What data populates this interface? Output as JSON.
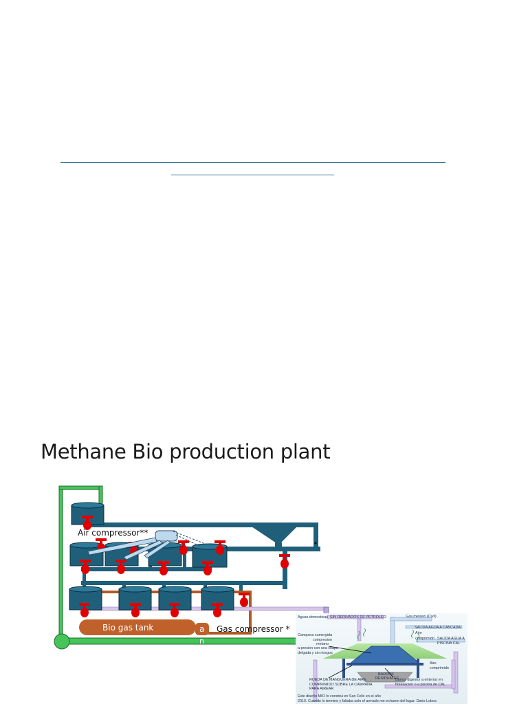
{
  "title": "Methane Bio production plant",
  "labels": {
    "air_compressor": "Air compressor**",
    "bio_gas_tank": "Bio gas tank",
    "gas_compressor": "Gas compressor *",
    "valve_a": "a",
    "valve_n": "n"
  },
  "inset": {
    "aguas": "Aguas domesticas",
    "sin_derivados": "SIN DERIVADOS DE PETROLEO",
    "gas_metano": "Gas metano (Civil)",
    "salida_cascada": "SALIDA AGUA A CASCADA",
    "aire_comprimido_1": "Aire",
    "aire_comprimido_1b": "comprimido",
    "salida_piscina": "SALIDA AGUA A",
    "salida_piscina_b": "PISCINA CAL",
    "campana_1": "Campana sumergida",
    "campana_2": "compresion",
    "campana_3": "metano",
    "campana_4": "a presion con una chapa",
    "campana_5": "delgada y sin riesgos",
    "aire_2": "Aire",
    "aire_2b": "comprimido",
    "barros": "BARROS",
    "residuales": "RESIDUALES",
    "rueda_1": "RUEDA DE MANGUERA DE AIRE",
    "rueda_2": "COMPRIMIDO SOBRE LA CAMPANA",
    "rueda_3": "PARA AIREAR",
    "barros_dig_1": "Barros digestor a enterrar en",
    "barros_dig_2": "floresacion o a piscina de CAL",
    "footer_1": "Este diseño MIO lo construi en San Felix en el año",
    "footer_2": "2010. Cuando lo termine y faltaba solo el armado me echaron del lugar. Dario Lobos."
  },
  "colors": {
    "tank": "#1f5f7a",
    "pipe": "#1f5f7a",
    "valve": "#e00000",
    "green_pipe": "#45c45a",
    "gas_pipe": "#b25a24",
    "gas_tank": "#c0612b",
    "light_pipe": "#d5c6ea",
    "rule": "#2e6f8e"
  }
}
